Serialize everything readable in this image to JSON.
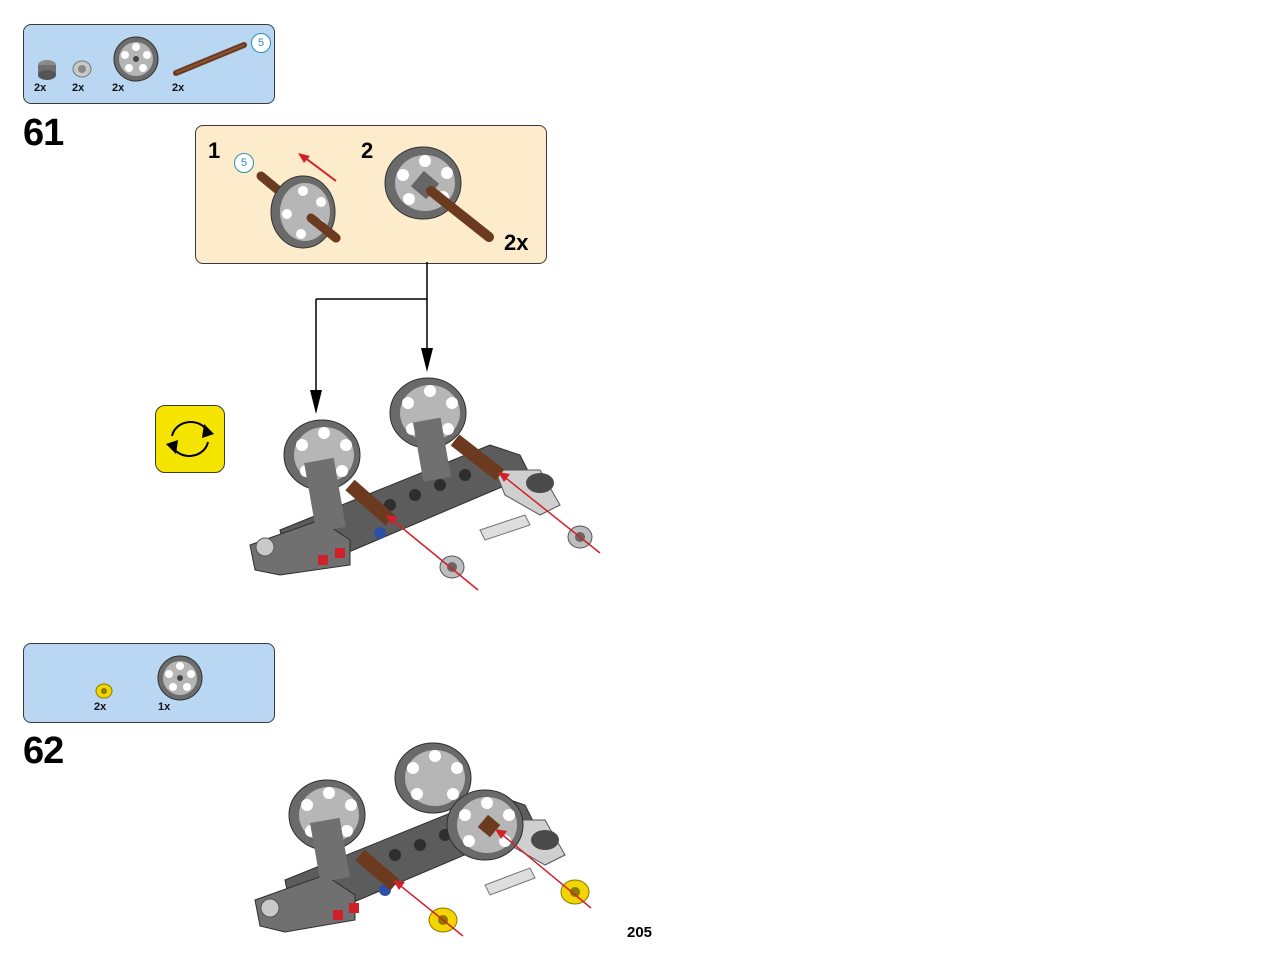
{
  "step61": {
    "number": "61",
    "parts": [
      {
        "qty": "2x",
        "icon": "bush-dark-icon"
      },
      {
        "qty": "2x",
        "icon": "bush-light-icon"
      },
      {
        "qty": "2x",
        "icon": "wheel-hub-icon"
      },
      {
        "qty": "2x",
        "icon": "axle-brown-icon"
      }
    ],
    "axle_length_badge": "5",
    "submodel": {
      "sub1_label": "1",
      "sub2_label": "2",
      "length_badge": "5",
      "multiplier": "2x"
    }
  },
  "step62": {
    "number": "62",
    "parts": [
      {
        "qty": "2x",
        "icon": "yellow-bush-icon"
      },
      {
        "qty": "1x",
        "icon": "wheel-hub-icon"
      }
    ]
  },
  "page": {
    "number": "205"
  },
  "colors": {
    "parts_box": "#b9d6f2",
    "submodel_box": "#fdeccb",
    "rotate_button": "#f5e400",
    "arrow_red": "#d0202a",
    "axle_brown": "#6b3a1f",
    "tech_gray": "#5c5c5c"
  }
}
